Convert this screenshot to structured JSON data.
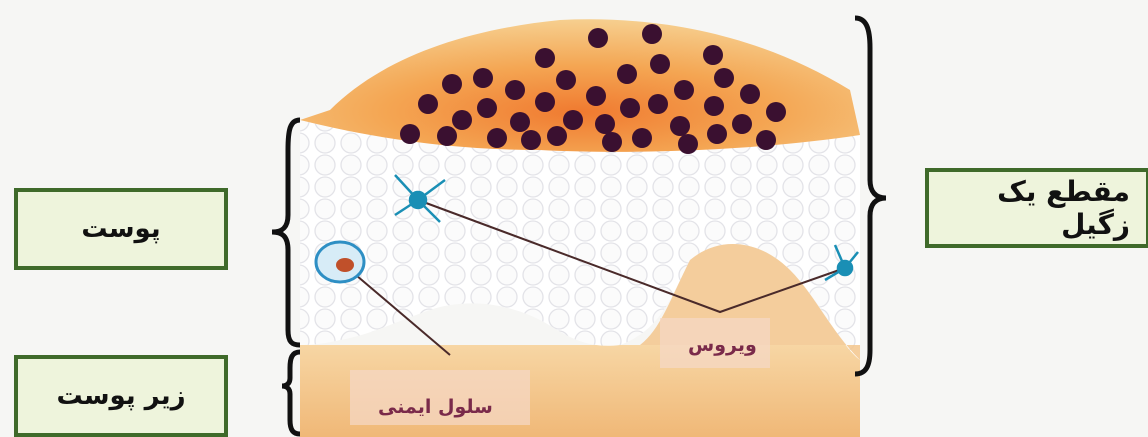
{
  "labels": {
    "skin": "پوست",
    "subcutaneous": "زیر پوست",
    "wart_section": "مقطع یک زگیل",
    "virus": "ویروس",
    "immune_cell": "سلول ایمنی"
  },
  "colors": {
    "box_border": "#3f6a2a",
    "box_fill": "#eef4dc",
    "virus_particle": "#3a1030",
    "wart_top": "#f3b257",
    "skin_cells": "#ffffff",
    "subskin": "#f2c58a",
    "neuron": "#1a8fb5"
  }
}
